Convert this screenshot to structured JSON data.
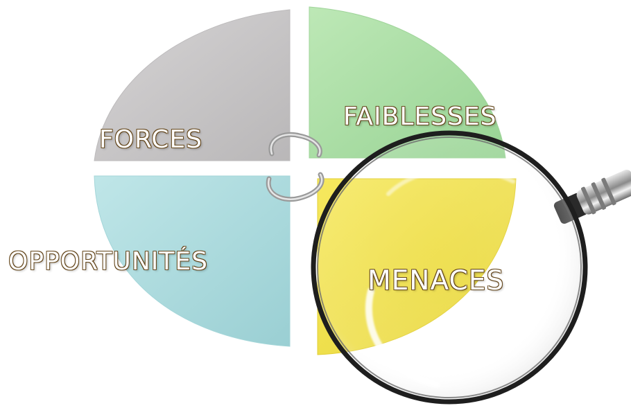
{
  "quadrants": [
    {
      "key": "forces",
      "label": "FORCES",
      "color": "#c9c7c8"
    },
    {
      "key": "faiblesses",
      "label": "FAIBLESSES",
      "color": "#a9dea4"
    },
    {
      "key": "opportunites",
      "label": "OPPORTUNITÉS",
      "color": "#aedcdf"
    },
    {
      "key": "menaces",
      "label": "MENACES",
      "color": "#f1e14c"
    }
  ],
  "colors": {
    "label_outline": "#6b4e1f",
    "lens_rim": "#1a1a1a",
    "handle_metal": "#9a9a9a"
  },
  "icons": [
    "magnifying-glass-icon",
    "chain-link-icon"
  ]
}
